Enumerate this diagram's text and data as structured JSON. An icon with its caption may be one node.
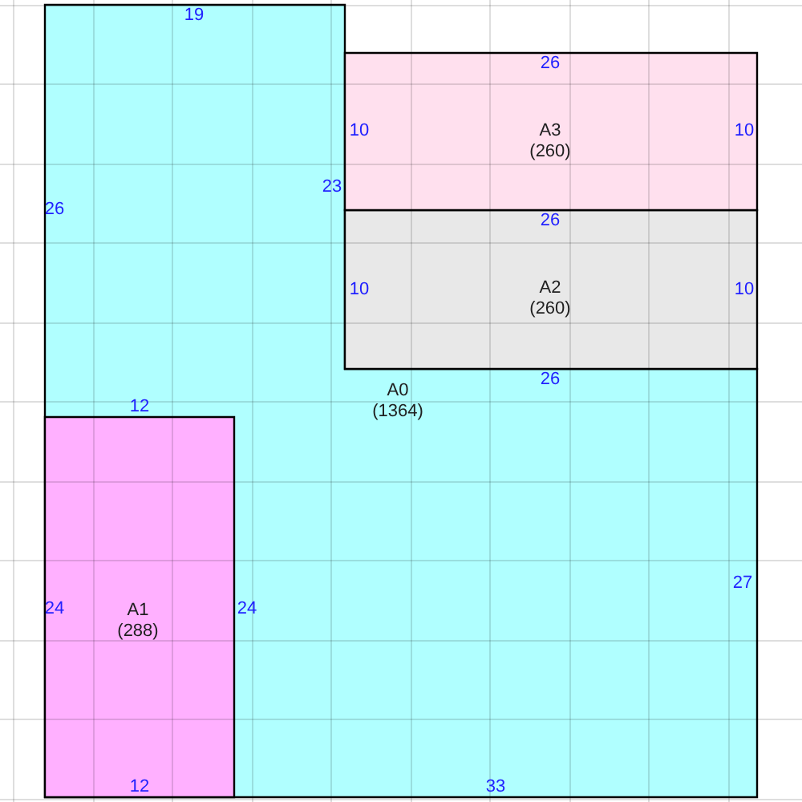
{
  "diagram": {
    "nodes": [
      {
        "text": [
          "A0",
          "(1364)"
        ]
      },
      {
        "text": [
          "A1",
          "(288)"
        ],
        "in": 0
      },
      {
        "text": [
          "A2",
          "(260)"
        ]
      },
      {
        "text": [
          "A3",
          "(260)"
        ]
      }
    ],
    "labels": [
      "19",
      "26",
      "10",
      "10",
      "23",
      "26",
      "26",
      "10",
      "10",
      "26",
      "12",
      "27",
      "24",
      "24",
      "12",
      "33"
    ]
  }
}
